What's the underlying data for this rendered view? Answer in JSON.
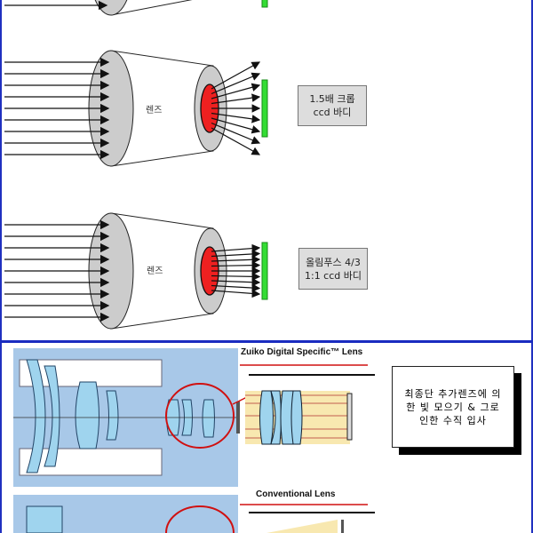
{
  "diagrams": [
    {
      "lens_label": "렌즈",
      "body_label": "1.5배 크롭 ccd 바디"
    },
    {
      "lens_label": "렌즈",
      "body_label": "올림푸스 4/3 1:1 ccd 바디"
    }
  ],
  "bottom": {
    "zuiko_title": "Zuiko Digital Specific™ Lens",
    "conventional_title": "Conventional Lens",
    "note": "최종단 추가렌즈에 의한 빛 모으기 & 그로 인한 수직 입사"
  },
  "colors": {
    "frame": "#1a2cc0",
    "sensor": "#33dd33",
    "rear_element": "#ee2020",
    "lens_body": "#cccccc",
    "diagram_bg": "#a8c8e8",
    "light": "#f8e8b0"
  }
}
